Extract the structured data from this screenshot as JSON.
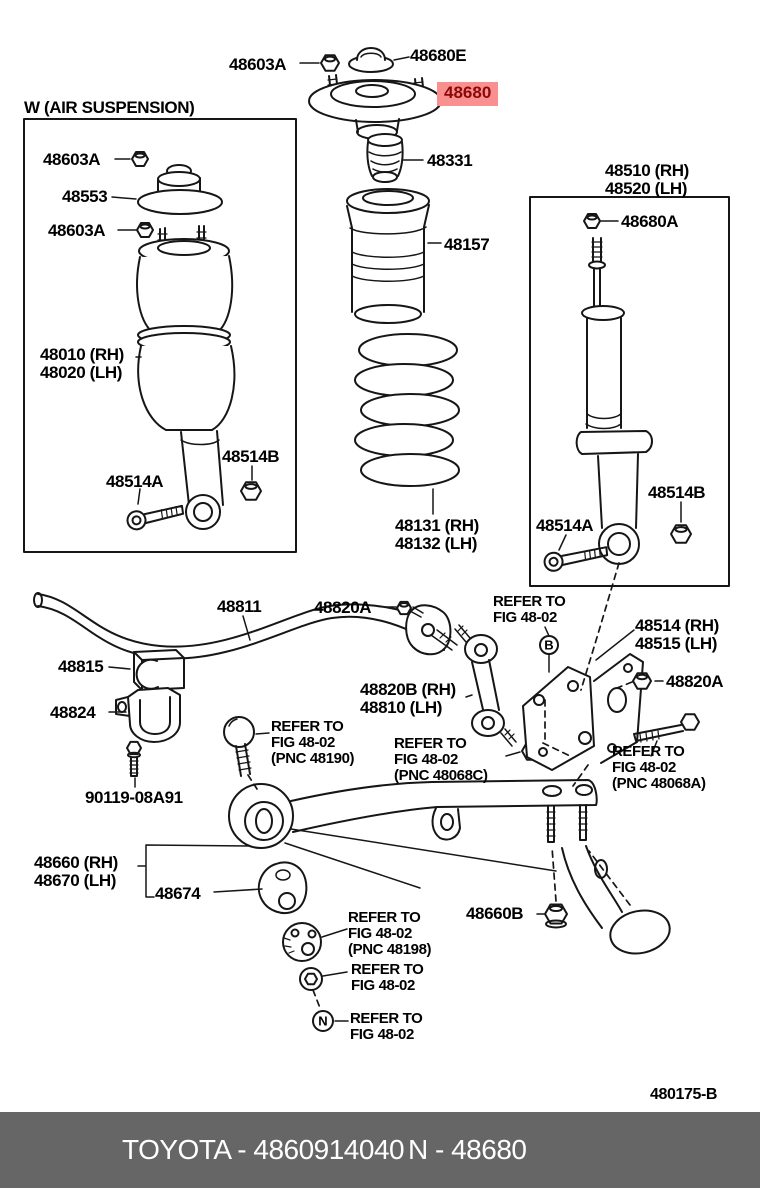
{
  "labels": {
    "top_nut": "48603A",
    "top_cap": "48680E",
    "main_support": "48680",
    "box_left_title": "W (AIR SUSPENSION)",
    "lb_nut1": "48603A",
    "lb_support": "48553",
    "lb_nut2": "48603A",
    "lb_airshock": "48010 (RH)\n48020 (LH)",
    "lb_bolt": "48514A",
    "lb_nut3": "48514B",
    "stopper": "48331",
    "cover": "48157",
    "rb_title": "48510 (RH)\n48520 (LH)",
    "rb_nut": "48680A",
    "rb_nut2": "48514B",
    "rb_bolt": "48514A",
    "spring": "48131 (RH)\n48132 (LH)",
    "bar": "48811",
    "bar_bolt": "48820A",
    "refer_b": "REFER TO\nFIG 48-02",
    "bracket": "48514 (RH)\n48515 (LH)",
    "bar_bush": "48815",
    "bracket_nut": "48820A",
    "bar_bracket": "48824",
    "link": "48820B (RH)\n48810 (LH)",
    "refer_balljoint": "REFER TO\nFIG 48-02\n(PNC 48190)",
    "refer_nut": "REFER TO\nFIG 48-02\n(PNC 48068C)",
    "refer_bolt": "REFER TO\nFIG 48-02\n(PNC 48068A)",
    "stab_bolt": "90119-08A91",
    "arm": "48660 (RH)\n48670 (LH)",
    "arm_bush": "48674",
    "arm_nut": "48660B",
    "refer_washer": "REFER TO\nFIG 48-02\n(PNC 48198)",
    "refer_camber": "REFER TO\nFIG 48-02",
    "refer_n": "REFER TO\nFIG 48-02",
    "circle_b": "B",
    "circle_n": "N",
    "fig_code": "480175-B"
  },
  "highlight": {
    "part": "48680",
    "bg": "#f98f8f",
    "fg": "#8c0707"
  },
  "footer": {
    "left": "TOYOTA - 4860914040",
    "right": "N - 48680",
    "bg": "#666666",
    "fg": "#ffffff"
  }
}
